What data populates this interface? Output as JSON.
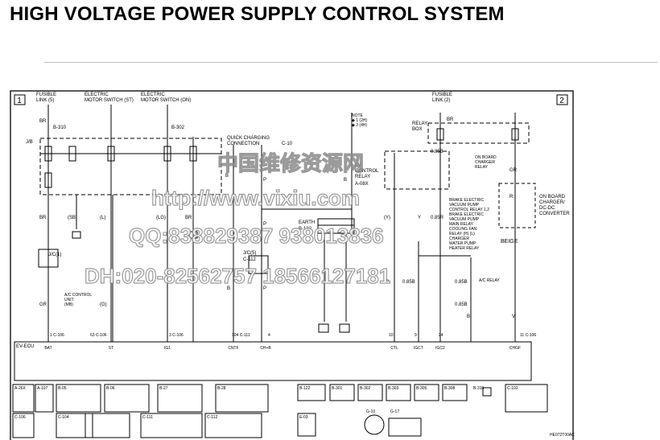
{
  "title": "HIGH VOLTAGE POWER SUPPLY CONTROL SYSTEM",
  "page_markers": [
    "1",
    "2"
  ],
  "top_labels": {
    "fusible_link_5": [
      "FUSIBLE",
      "LINK (5)"
    ],
    "motor_switch_st": [
      "ELECTRIC",
      "MOTOR SWITCH (ST)"
    ],
    "motor_switch_on": [
      "ELECTRIC",
      "MOTOR SWITCH (ON)"
    ],
    "fusible_link_2": [
      "FUSIBLE",
      "LINK (2)"
    ]
  },
  "top_connectors": [
    "B-310",
    "B-302"
  ],
  "mid_labels": {
    "jb": "J/B",
    "quick_charging": [
      "QUICK CHARGING",
      "CONNECTION"
    ],
    "quick_conn": "C-10",
    "relay_box": [
      "RELAY",
      "BOX"
    ],
    "ev_relay": [
      "EV",
      "CONTROL",
      "RELAY"
    ],
    "ev_relay_conn": "A-08X",
    "earth": "EARTH",
    "earth_conn": "B-122",
    "onboard": [
      "ON BOARD",
      "CHARGER/",
      "DC-DC",
      "CONVERTER"
    ],
    "charger_relay": [
      "ON BOARD",
      "CHARGER",
      "RELAY"
    ],
    "relay_list": [
      "BRAKE ELECTRIC",
      "VACUUM PUMP",
      "CONTROL RELAY 1,2",
      "BRAKE ELECTRIC",
      "VACUUM PUMP",
      "MAIN RELAY",
      "COOLING FAN",
      "RELAY (H) (L)",
      "CHARGER",
      "WATER PUMP",
      "HEATER RELAY"
    ],
    "jc1": "J/C(1)",
    "jc5": "J/C(5)",
    "jc5_conn": "C-112",
    "ac_control": [
      "A/C CONTROL",
      "UNIT",
      "(MB)"
    ],
    "ac_relay": "A/C RELAY",
    "beige": "BEIGE",
    "note": [
      "NOTE",
      "◆ 1 (2H)",
      "◆ 2 (4H)"
    ]
  },
  "wire_colors": [
    "BR",
    "BR",
    "(SB)",
    "(L)",
    "(LG)",
    "BR",
    "B",
    "GR",
    "(G)",
    "P",
    "P",
    "B",
    "(Y)",
    "Y",
    "R",
    "GR",
    "V",
    "0.85B",
    "0.85B",
    "0.85B",
    "0.85R",
    "BR",
    "0.85B",
    "B",
    "B",
    "P",
    "R"
  ],
  "ecu": {
    "name": "EV-ECU",
    "pins": [
      "BAT",
      "ST",
      "IG1",
      "CNTF",
      "CH+B",
      "CTL",
      "IGCT",
      "IGC2",
      "CHGF"
    ],
    "conns": [
      "1 C-106",
      "63 C-106",
      "3 C-106",
      "104 C-111",
      "4",
      "10",
      "9",
      "24",
      "11 C-106"
    ]
  },
  "connector_labels": [
    "A-26X",
    "A-107",
    "B-05",
    "B-06",
    "B-27",
    "B-28",
    "B-122",
    "B-301",
    "B-302",
    "B-303",
    "B-305",
    "B-308",
    "B-310",
    "C-102",
    "C-106",
    "C-104",
    "C-111",
    "C-112",
    "E-03",
    "G-10",
    "G-17"
  ],
  "watermark": {
    "line1": "中国维修资源网",
    "line2": "http://www.vixiu.com",
    "line3": "QQ:838829387 938013836",
    "line4": "DH:020-82562757 18566127181"
  },
  "diagram_code": "HE072T00AC"
}
